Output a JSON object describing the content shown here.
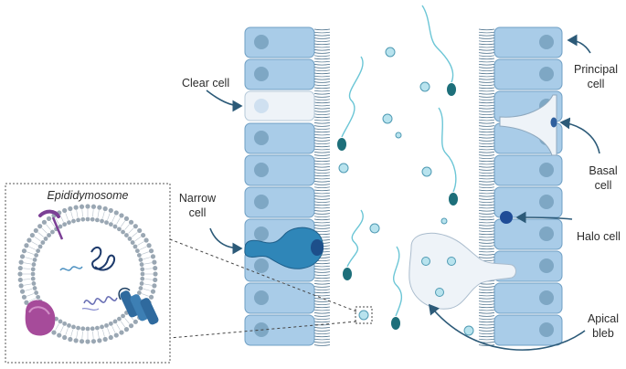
{
  "labels": {
    "clear_cell": "Clear cell",
    "narrow_cell_line1": "Narrow",
    "narrow_cell_line2": "cell",
    "principal_cell_line1": "Principal",
    "principal_cell_line2": "cell",
    "basal_cell_line1": "Basal",
    "basal_cell_line2": "cell",
    "halo_cell": "Halo cell",
    "apical_bleb_line1": "Apical",
    "apical_bleb_line2": "bleb",
    "inset_title": "Epididymosome"
  },
  "colors": {
    "cell_fill": "#a9cce8",
    "cell_stroke": "#6f9fc4",
    "nucleus": "#7ea7c4",
    "clear_cell": "#eef3f8",
    "narrow_cell": "#2f86b8",
    "narrow_nucleus": "#1d4f8a",
    "halo_cell": "#1f4c97",
    "sperm_head": "#1d6f7a",
    "sperm_tail": "#6cc6d6",
    "vesicle": "#b8e3ee",
    "arrow": "#2c5a78",
    "membrane_head": "#9aa7b3"
  }
}
